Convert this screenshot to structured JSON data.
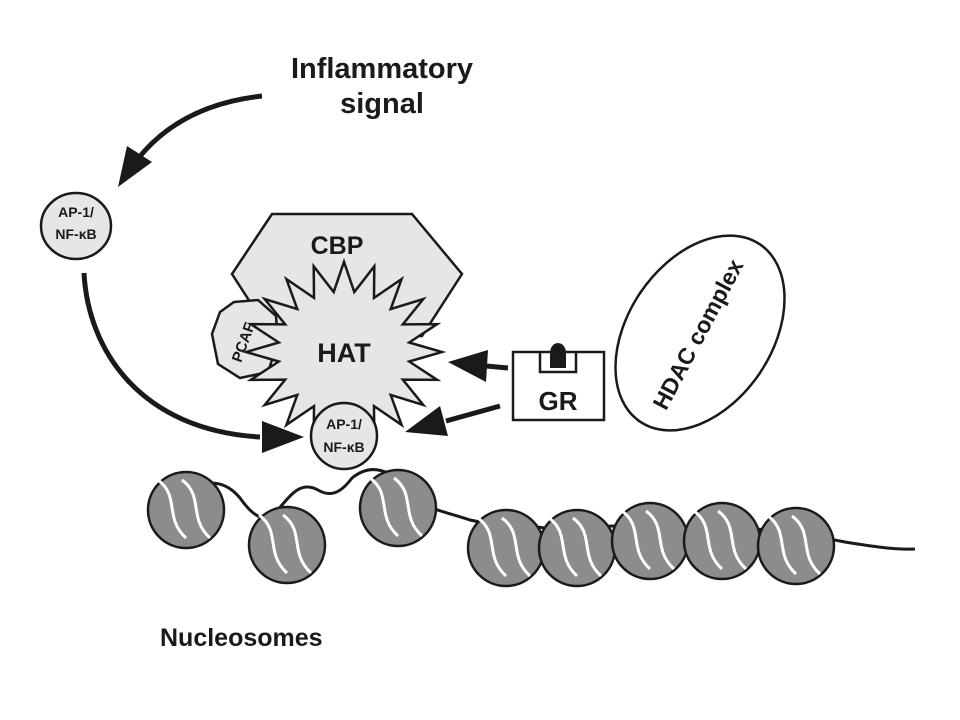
{
  "labels": {
    "signal_line1": "Inflammatory",
    "signal_line2": "signal",
    "cbp": "CBP",
    "pcaf": "PCAF",
    "hat": "HAT",
    "gr": "GR",
    "hdac": "HDAC complex",
    "nucleosomes": "Nucleosomes",
    "tf_free_line1": "AP-1/",
    "tf_free_line2": "NF-κB",
    "tf_bound_line1": "AP-1/",
    "tf_bound_line2": "NF-κB"
  },
  "colors": {
    "stroke": "#1a1a1a",
    "protein_fill": "#e6e6e6",
    "nucleosome_fill": "#8c8c8c",
    "background": "#ffffff"
  }
}
